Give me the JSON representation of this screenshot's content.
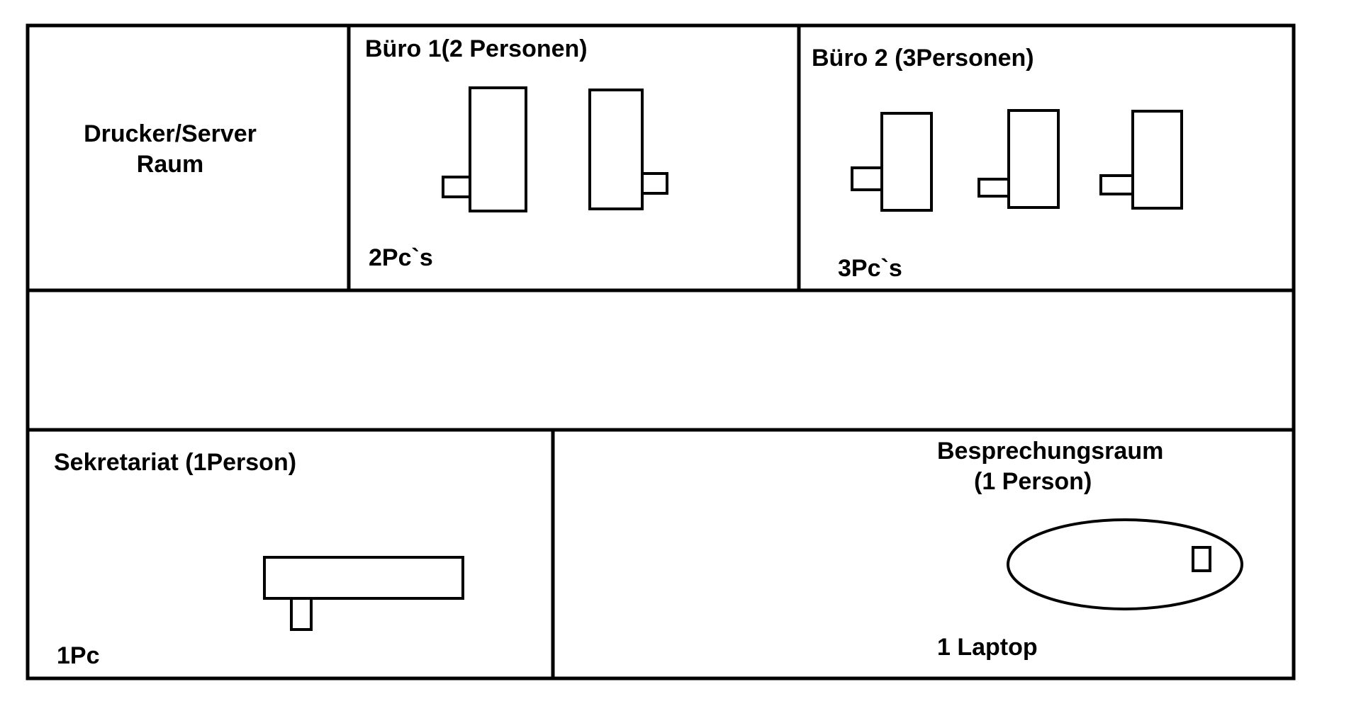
{
  "rooms": {
    "server_room": {
      "line1": "Drucker/Server",
      "line2": "Raum"
    },
    "office1": {
      "title": "Büro 1(2 Personen)",
      "count": "2Pc`s"
    },
    "office2": {
      "title": "Büro 2 (3Personen)",
      "count": "3Pc`s"
    },
    "secretariat": {
      "title": "Sekretariat (1Person)",
      "count": "1Pc"
    },
    "meeting_room": {
      "line1": "Besprechungsraum",
      "line2": "(1 Person)",
      "count": "1 Laptop"
    }
  }
}
